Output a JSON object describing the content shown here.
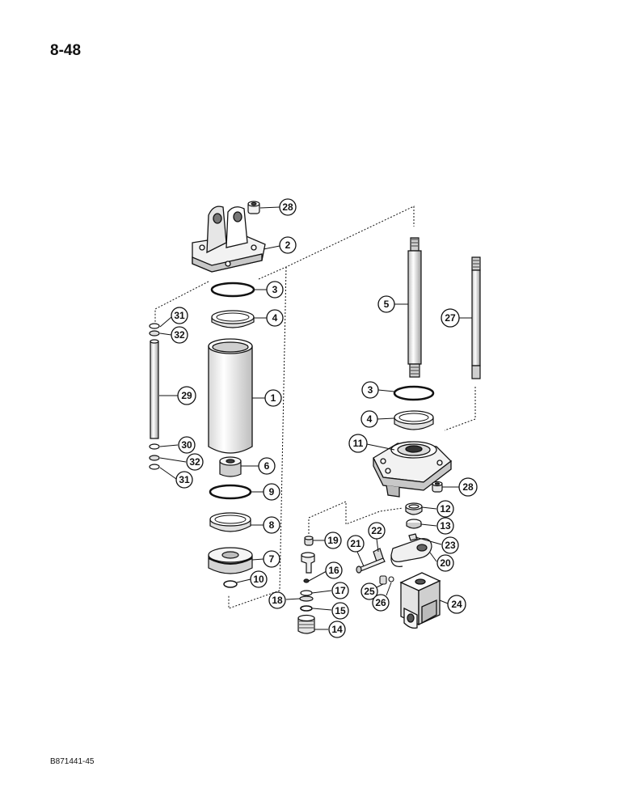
{
  "page_number": "8-48",
  "doc_code": "B871441-45",
  "callouts": {
    "c1": "1",
    "c2": "2",
    "c3a": "3",
    "c3b": "3",
    "c4a": "4",
    "c4b": "4",
    "c5": "5",
    "c6": "6",
    "c7": "7",
    "c8": "8",
    "c9": "9",
    "c10": "10",
    "c11": "11",
    "c12": "12",
    "c13": "13",
    "c14": "14",
    "c15": "15",
    "c16": "16",
    "c17": "17",
    "c18": "18",
    "c19": "19",
    "c20": "20",
    "c21": "21",
    "c22": "22",
    "c23": "23",
    "c24": "24",
    "c25": "25",
    "c26": "26",
    "c27": "27",
    "c28a": "28",
    "c28b": "28",
    "c29": "29",
    "c30": "30",
    "c31a": "31",
    "c31b": "31",
    "c32a": "32",
    "c32b": "32"
  },
  "colors": {
    "ink": "#111111",
    "part_fill": "#f2f2f2",
    "shade": "#c8c8c8"
  }
}
